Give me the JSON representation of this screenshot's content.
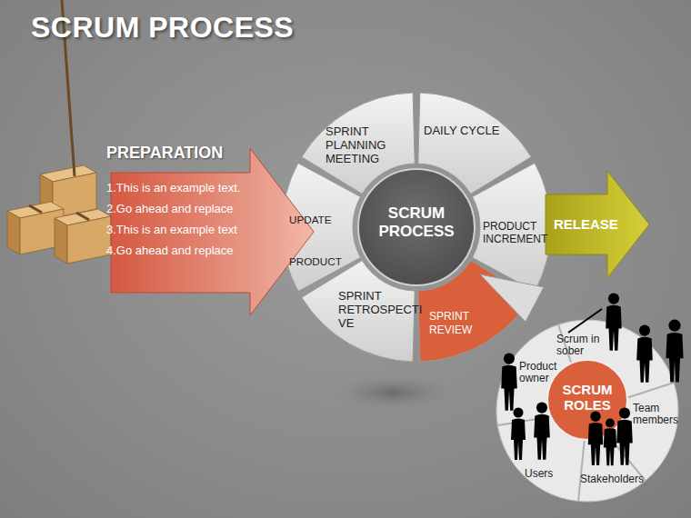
{
  "diagram": {
    "title": "SCRUM PROCESS",
    "nodes": [
      {
        "text": [
          "PREPARATION",
          "1.This is an example text.",
          "2.Go ahead and replace",
          "3.This is an example text",
          "4.Go ahead and replace"
        ]
      },
      {
        "text": [
          "SPRINT PLANNING MEETING"
        ]
      },
      {
        "text": [
          "DAILY CYCLE"
        ]
      },
      {
        "text": [
          "UPDATE PRODUCT"
        ]
      },
      {
        "text": [
          "SCRUM PROCESS"
        ]
      },
      {
        "text": [
          "PRODUCT INCREMENT"
        ]
      },
      {
        "text": [
          "RELEASE"
        ]
      },
      {
        "text": [
          "SPRINT RETROSPECTI VE"
        ]
      },
      {
        "text": [
          "SPRINT REVIEW"
        ]
      },
      {
        "text": [
          "SCRUM ROLES"
        ]
      },
      {
        "text": [
          "Product owner"
        ]
      },
      {
        "text": [
          "Scrum in sober"
        ]
      },
      {
        "text": [
          "Team members"
        ]
      },
      {
        "text": [
          "Stakeholders"
        ]
      },
      {
        "text": [
          "Users"
        ]
      }
    ]
  }
}
